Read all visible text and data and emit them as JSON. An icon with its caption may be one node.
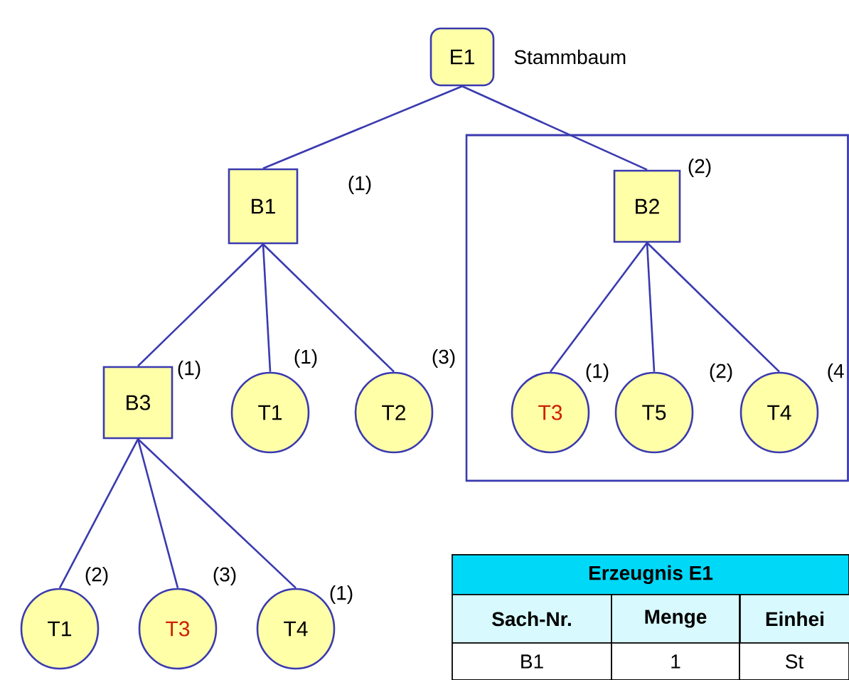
{
  "diagram": {
    "nodes": [
      {
        "text": [
          "E1"
        ],
        "beside": [
          "Stammbaum"
        ]
      },
      {
        "text": [
          "B1"
        ],
        "beside": [
          "(1)"
        ]
      },
      {
        "text": [],
        "shape": "box"
      },
      {
        "text": [
          "B2"
        ],
        "beside": [
          "(2)"
        ],
        "in": 2
      },
      {
        "text": [
          "T3"
        ],
        "beside": [
          "(1)"
        ],
        "in": 2
      },
      {
        "text": [
          "T5"
        ],
        "beside": [
          "(2)"
        ],
        "in": 2
      },
      {
        "text": [
          "T4"
        ],
        "beside": [
          "(4"
        ],
        "in": 2
      },
      {
        "text": [
          "B3"
        ],
        "beside": [
          "(1)"
        ]
      },
      {
        "text": [
          "T1"
        ],
        "beside": [
          "(1)"
        ]
      },
      {
        "text": [
          "T2"
        ],
        "beside": [
          "(3)"
        ]
      },
      {
        "text": [
          "T1"
        ],
        "beside": [
          "(2)"
        ]
      },
      {
        "text": [
          "T3"
        ],
        "beside": [
          "(3)"
        ]
      },
      {
        "text": [
          "T4"
        ],
        "beside": [
          "(1)"
        ]
      }
    ],
    "edges": [
      {
        "from": 0,
        "to": 1,
        "arrow": "none"
      },
      {
        "from": 0,
        "to": 3,
        "arrow": "none"
      },
      {
        "from": 1,
        "to": 7,
        "arrow": "none"
      },
      {
        "from": 1,
        "to": 8,
        "arrow": "none"
      },
      {
        "from": 1,
        "to": 9,
        "arrow": "none"
      },
      {
        "from": 3,
        "to": 4,
        "arrow": "none"
      },
      {
        "from": 3,
        "to": 5,
        "arrow": "none"
      },
      {
        "from": 3,
        "to": 6,
        "arrow": "none"
      },
      {
        "from": 7,
        "to": 10,
        "arrow": "none"
      },
      {
        "from": 7,
        "to": 11,
        "arrow": "none"
      },
      {
        "from": 7,
        "to": 12,
        "arrow": "none"
      }
    ],
    "labels": [
      "Erzeugnis E1",
      "Sach-Nr.",
      "Menge",
      "Einhei",
      "B1",
      "1",
      "St"
    ]
  }
}
